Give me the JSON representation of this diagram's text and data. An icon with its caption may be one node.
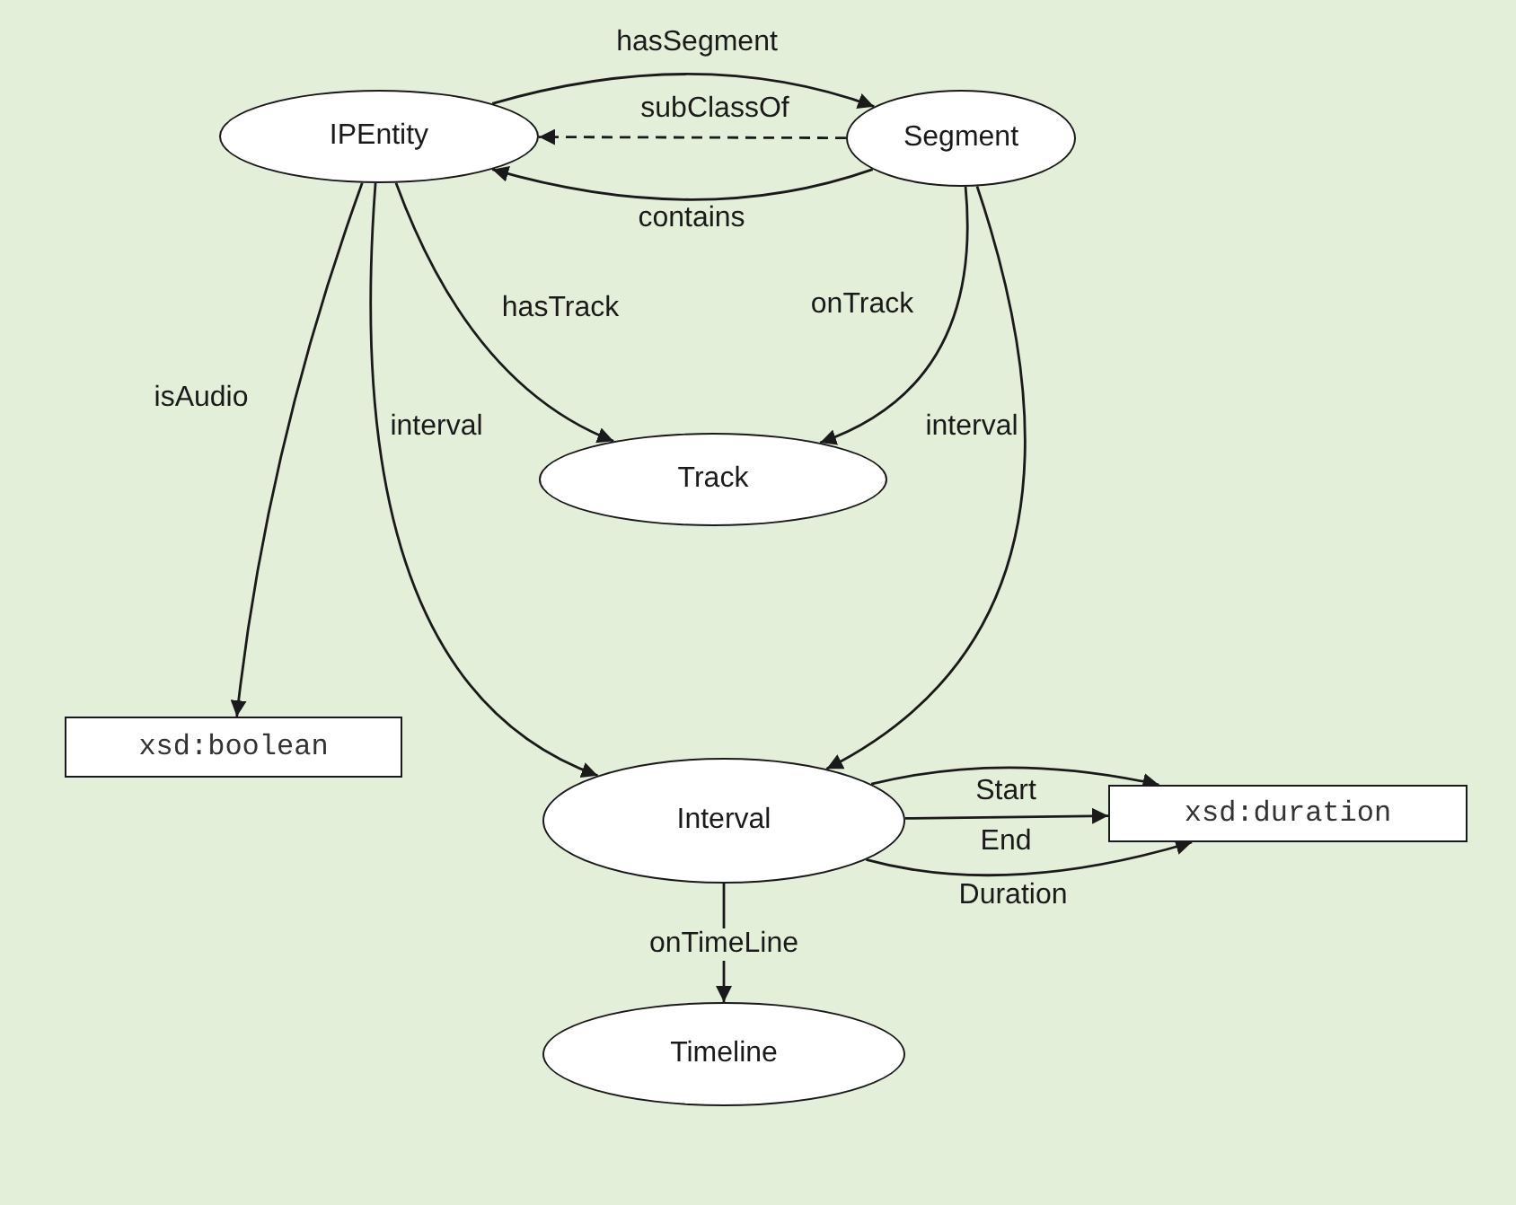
{
  "diagram": {
    "nodes": [
      {
        "text": [
          "IPEntity"
        ]
      },
      {
        "text": [
          "Segment"
        ]
      },
      {
        "text": [
          "Track"
        ]
      },
      {
        "text": [
          "xsd:boolean"
        ]
      },
      {
        "text": [
          "Interval"
        ]
      },
      {
        "text": [
          "xsd:duration"
        ]
      },
      {
        "text": [
          "Timeline"
        ]
      }
    ],
    "edges": [
      {
        "from": 0,
        "to": 1,
        "arrow": "to",
        "label": "hasSegment"
      },
      {
        "from": 1,
        "to": 0,
        "arrow": "to",
        "label": "subClassOf",
        "style": "dashed"
      },
      {
        "from": 1,
        "to": 0,
        "arrow": "to",
        "label": "contains"
      },
      {
        "from": 0,
        "to": 2,
        "arrow": "to",
        "label": "hasTrack"
      },
      {
        "from": 1,
        "to": 2,
        "arrow": "to",
        "label": "onTrack"
      },
      {
        "from": 0,
        "to": 3,
        "arrow": "to",
        "label": "isAudio"
      },
      {
        "from": 0,
        "to": 4,
        "arrow": "to",
        "label": "interval"
      },
      {
        "from": 1,
        "to": 4,
        "arrow": "to",
        "label": "interval"
      },
      {
        "from": 4,
        "to": 5,
        "arrow": "to",
        "label": "Start"
      },
      {
        "from": 4,
        "to": 5,
        "arrow": "to",
        "label": "End"
      },
      {
        "from": 4,
        "to": 5,
        "arrow": "to",
        "label": "Duration"
      },
      {
        "from": 4,
        "to": 6,
        "arrow": "to",
        "label": "onTimeLine"
      }
    ]
  }
}
